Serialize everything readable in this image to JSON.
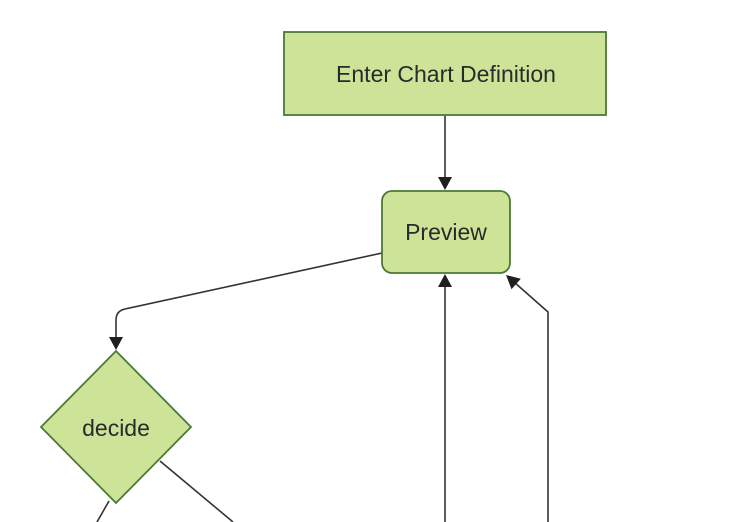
{
  "diagram": {
    "kind": "flowchart",
    "background": "#ffffff",
    "colors": {
      "node_fill": "#cde498",
      "node_border": "#4a7a34",
      "edge_line": "#333333",
      "arrowhead": "#1f1f1f",
      "label_text": "#2a2a2a"
    },
    "nodes": [
      {
        "id": "enter-chart-definition",
        "label": "Enter Chart Definition",
        "shape": "rectangle"
      },
      {
        "id": "preview",
        "label": "Preview",
        "shape": "rounded-rectangle"
      },
      {
        "id": "decide",
        "label": "decide",
        "shape": "diamond"
      }
    ],
    "edges": [
      {
        "from": "enter-chart-definition",
        "to": "preview",
        "arrowhead": true
      },
      {
        "from": "preview",
        "to": "decide",
        "arrowhead": true
      },
      {
        "from": "decide",
        "to": "offscreen-bottom-left",
        "arrowhead": false
      },
      {
        "from": "decide",
        "to": "offscreen-bottom-right",
        "arrowhead": false
      },
      {
        "from": "offscreen-bottom-center",
        "to": "preview",
        "arrowhead": true
      },
      {
        "from": "offscreen-bottom-right",
        "to": "preview",
        "arrowhead": true
      }
    ]
  }
}
